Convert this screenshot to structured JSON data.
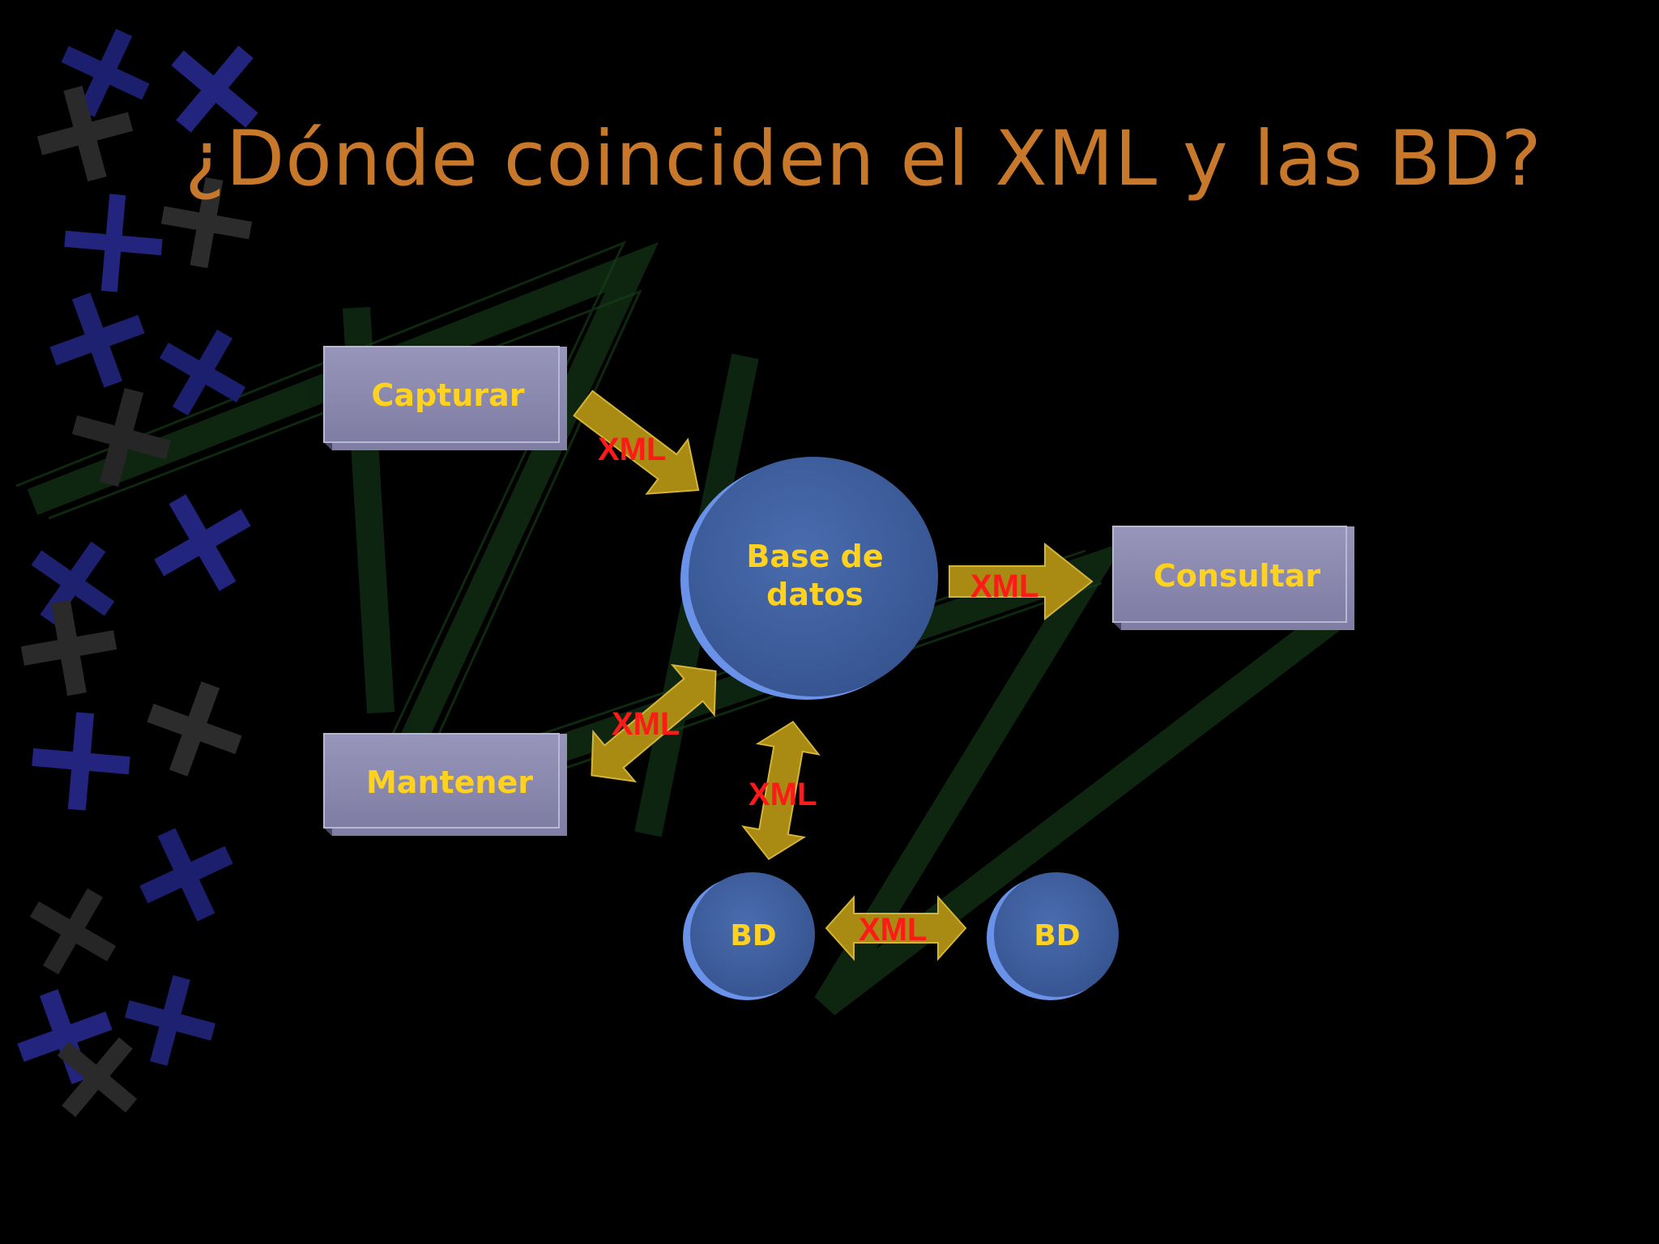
{
  "slide": {
    "title": "¿Dónde coinciden el XML y las BD?"
  },
  "colors": {
    "background": "#000000",
    "title": "#c8782a",
    "box_fill": "#8a88ad",
    "circle_fill": "#3f5f9e",
    "node_text": "#ffd21f",
    "arrow_fill": "#a98a12",
    "edge_label": "#ff1a1a"
  },
  "nodes": {
    "capturar": "Capturar",
    "mantener": "Mantener",
    "consultar": "Consultar",
    "base_de_datos_line1": "Base de",
    "base_de_datos_line2": "datos",
    "bd_left": "BD",
    "bd_right": "BD"
  },
  "edges": {
    "capturar_to_db": "XML",
    "db_to_consultar": "XML",
    "mantener_db": "XML",
    "db_bd": "XML",
    "bd_bd": "XML"
  }
}
